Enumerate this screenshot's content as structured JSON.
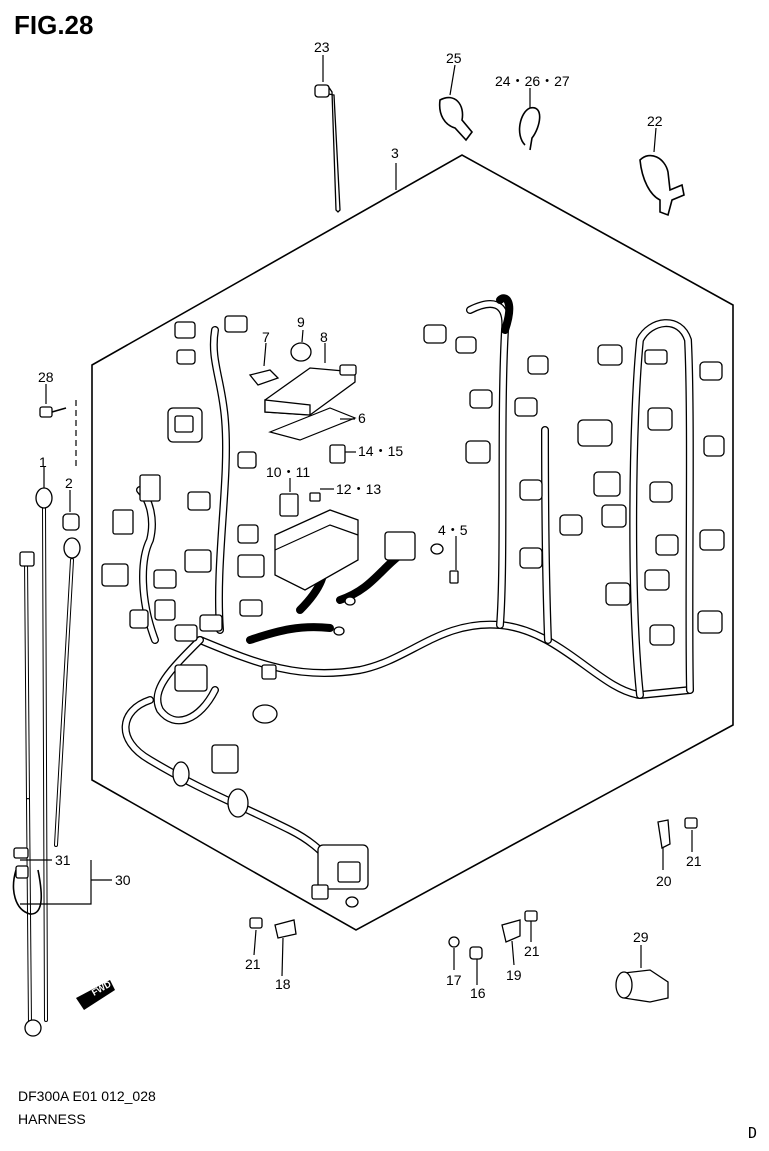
{
  "figure": {
    "title": "FIG.28",
    "model_code": "DF300A E01 012_028",
    "caption": "HARNESS",
    "corner_letter": "D",
    "direction_label": "FWD"
  },
  "callouts": {
    "c1": "1",
    "c2": "2",
    "c3": "3",
    "c4_5": "4・5",
    "c6": "6",
    "c7": "7",
    "c8": "8",
    "c9": "9",
    "c10_11": "10・11",
    "c12_13": "12・13",
    "c14_15": "14・15",
    "c16": "16",
    "c17": "17",
    "c18": "18",
    "c19": "19",
    "c20": "20",
    "c21a": "21",
    "c21b": "21",
    "c21c": "21",
    "c22": "22",
    "c23": "23",
    "c24_26_27": "24・26・27",
    "c25": "25",
    "c28": "28",
    "c29": "29",
    "c30": "30",
    "c31": "31"
  },
  "colors": {
    "ink": "#000000",
    "paper": "#ffffff"
  }
}
